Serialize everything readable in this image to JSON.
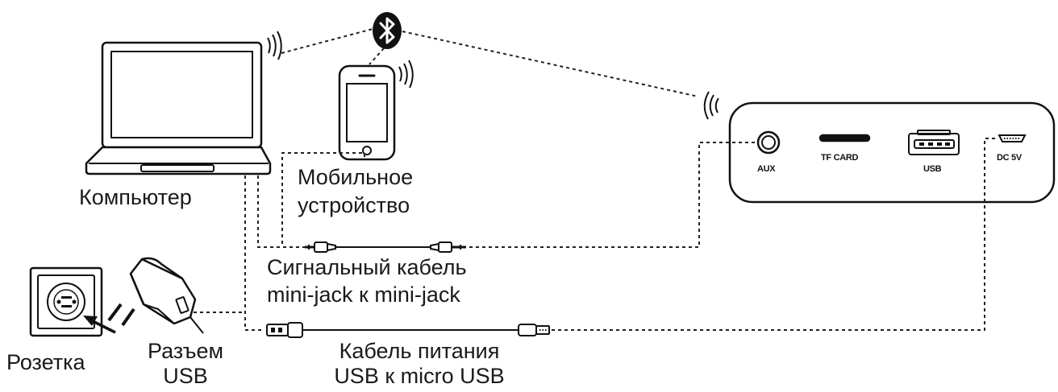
{
  "devices": {
    "computer": "Компьютер",
    "mobile": [
      "Мобильное",
      "устройство"
    ],
    "socket": "Розетка",
    "usb_adapter": [
      "Разъем",
      "USB"
    ]
  },
  "cables": {
    "signal": [
      "Сигнальный кабель",
      "mini-jack к mini-jack"
    ],
    "power": [
      "Кабель питания",
      "USB к micro USB"
    ]
  },
  "speaker_ports": {
    "aux": "AUX",
    "tf_card": "TF CARD",
    "usb": "USB",
    "dc": "DC 5V"
  },
  "icons": {
    "bluetooth": "bluetooth-icon",
    "wireless": "wireless-signal-icon"
  },
  "colors": {
    "line": "#111111",
    "background": "#ffffff"
  }
}
